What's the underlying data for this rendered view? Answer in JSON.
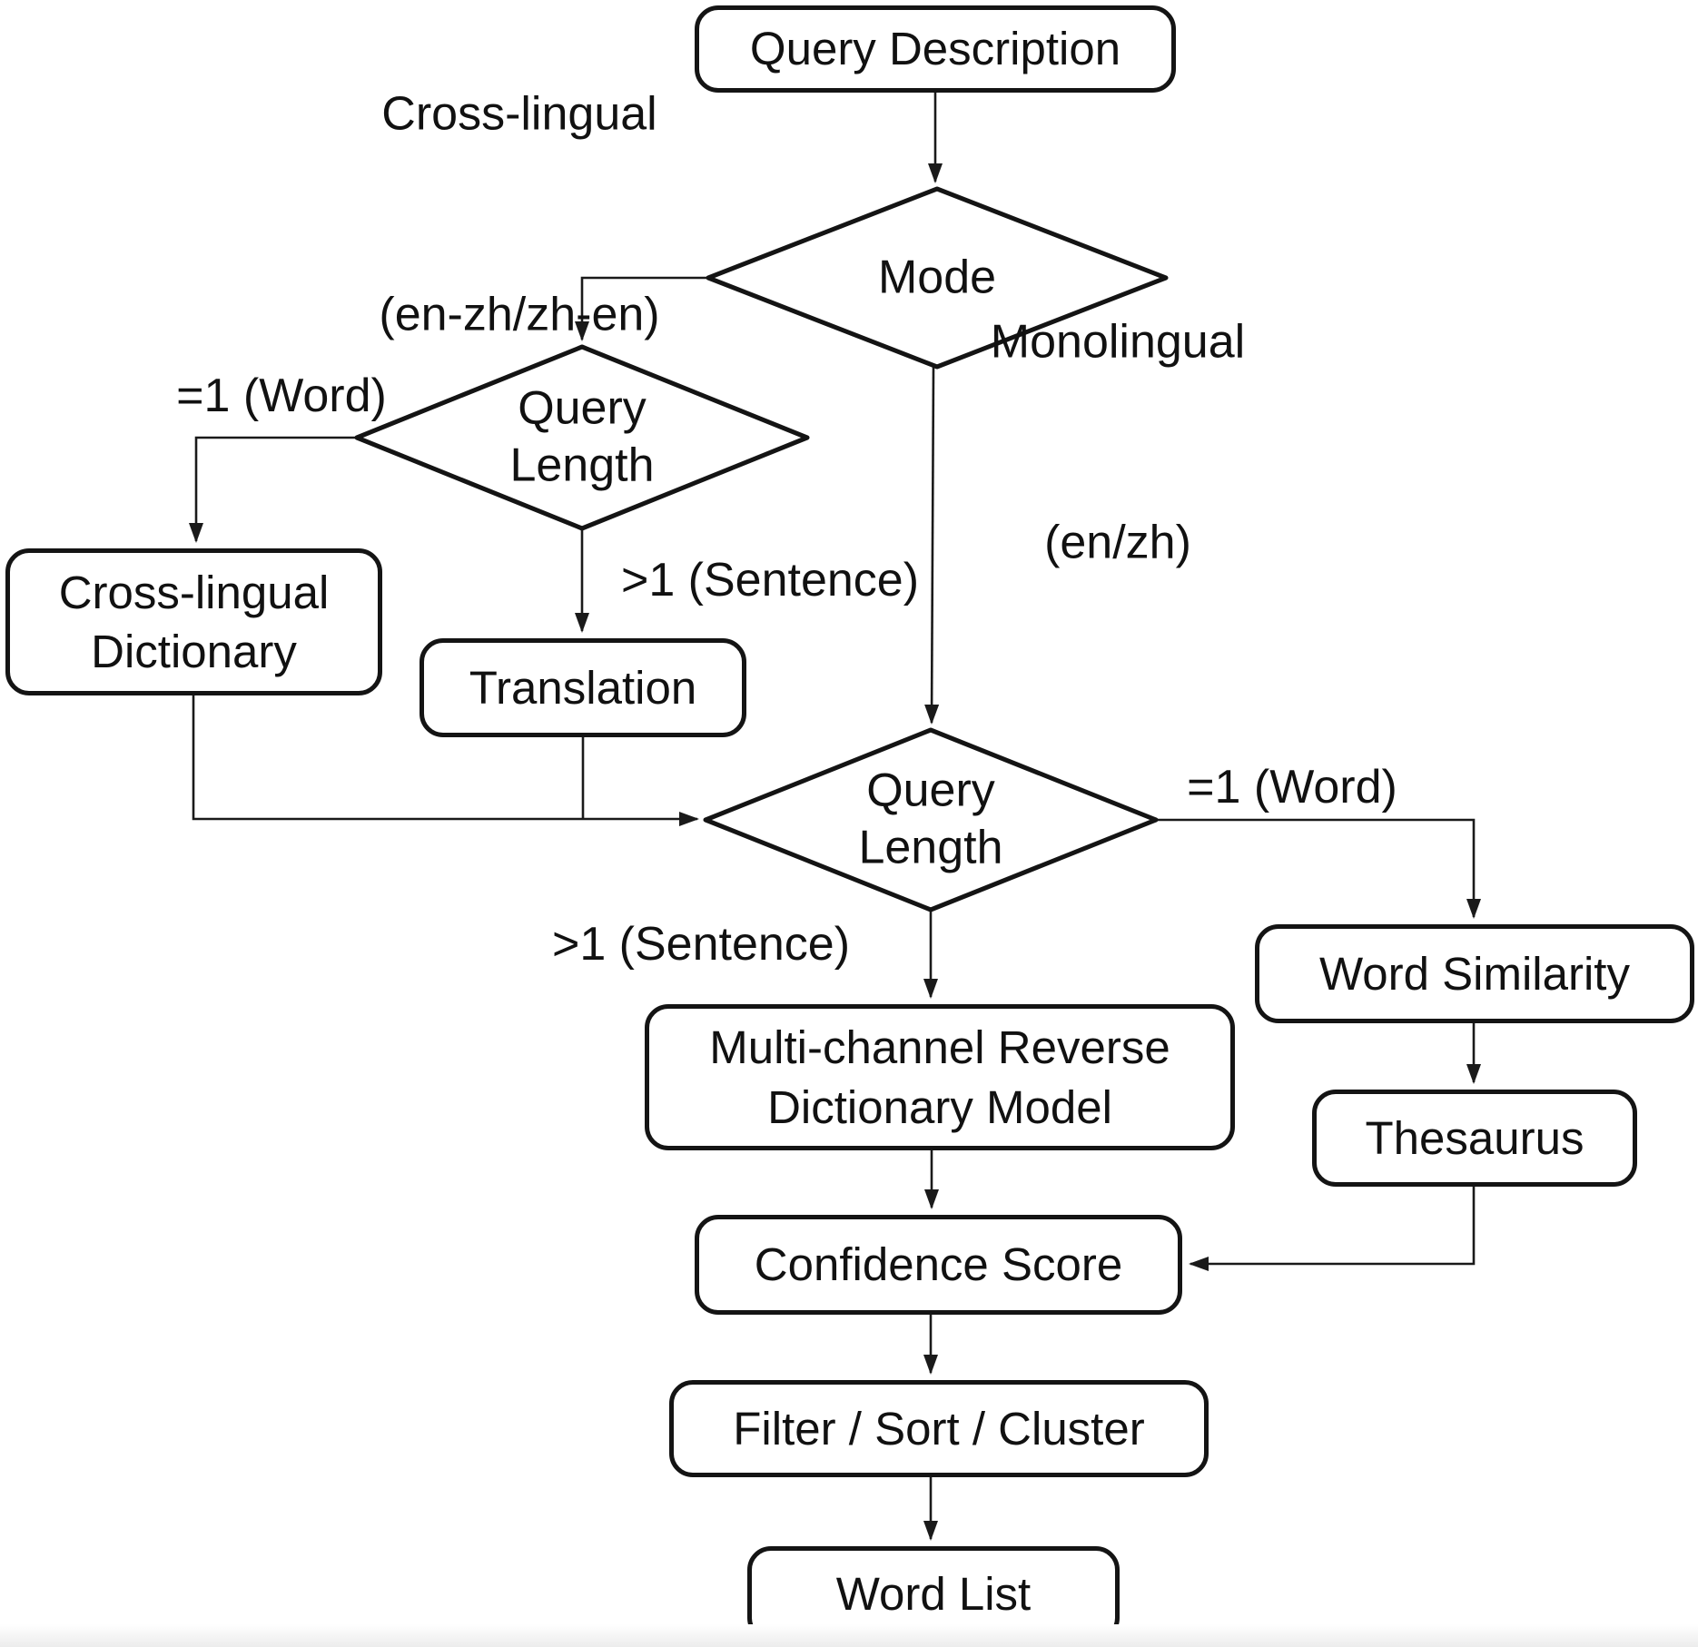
{
  "diagram": {
    "type": "flowchart",
    "nodes": {
      "query_description": {
        "label": "Query Description"
      },
      "mode": {
        "label": "Mode"
      },
      "query_length_1": {
        "label": "Query Length"
      },
      "cross_lingual_dictionary": {
        "label": "Cross-lingual Dictionary"
      },
      "translation": {
        "label": "Translation"
      },
      "query_length_2": {
        "label": "Query Length"
      },
      "multi_channel_model": {
        "label": "Multi-channel Reverse Dictionary Model"
      },
      "word_similarity": {
        "label": "Word Similarity"
      },
      "thesaurus": {
        "label": "Thesaurus"
      },
      "confidence_score": {
        "label": "Confidence Score"
      },
      "filter_sort_cluster": {
        "label": "Filter / Sort / Cluster"
      },
      "word_list": {
        "label": "Word List"
      }
    },
    "edge_labels": {
      "mode_cross_lingual": {
        "line1": "Cross-lingual",
        "line2": "(en-zh/zh-en)"
      },
      "mode_monolingual": {
        "line1": "Monolingual",
        "line2": "(en/zh)"
      },
      "ql1_word": "=1 (Word)",
      "ql1_sentence": ">1 (Sentence)",
      "ql2_word": "=1 (Word)",
      "ql2_sentence": ">1 (Sentence)"
    },
    "colors": {
      "stroke": "#141414",
      "connector": "#1a1a1a",
      "background": "#ffffff",
      "text": "#111111"
    }
  }
}
